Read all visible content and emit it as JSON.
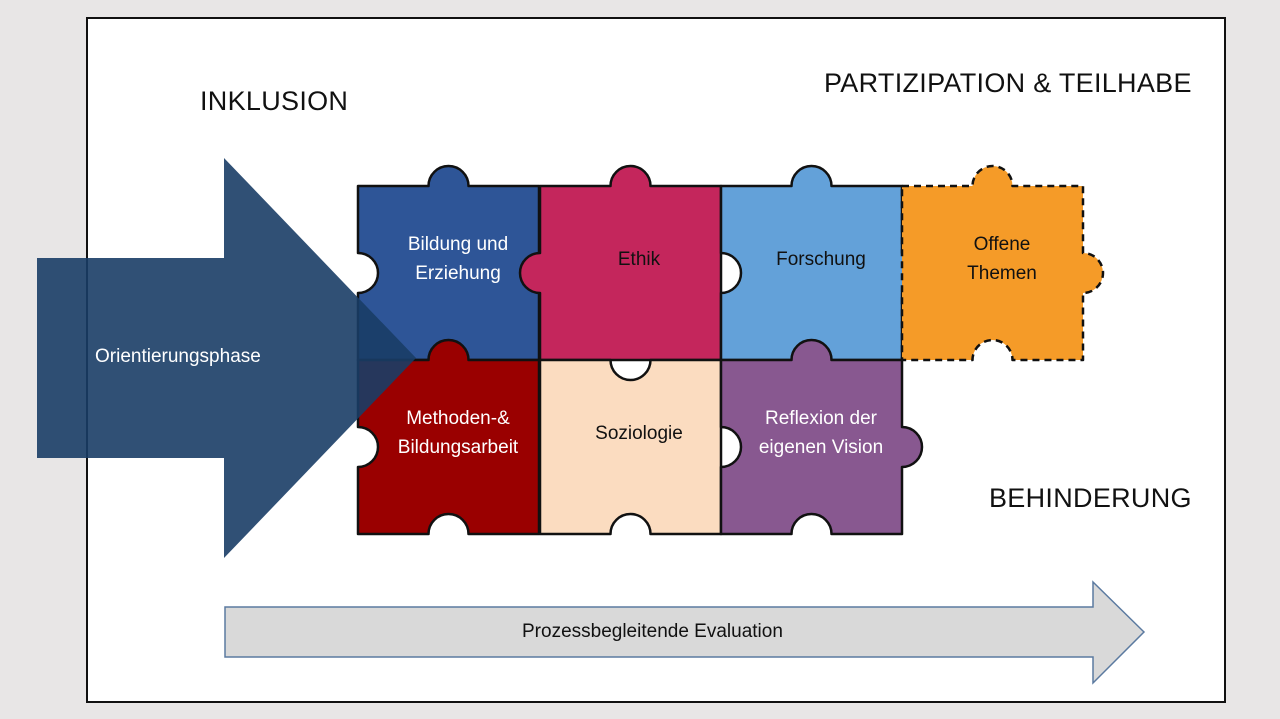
{
  "labels": {
    "inklusion": "INKLUSION",
    "partizipation": "PARTIZIPATION & TEILHABE",
    "behinderung": "BEHINDERUNG"
  },
  "orientation_arrow": {
    "label": "Orientierungsphase",
    "color": "#1a3d66"
  },
  "evaluation_arrow": {
    "label": "Prozessbegleitende Evaluation",
    "color": "#d9d9d9"
  },
  "pieces": [
    {
      "id": "bildung",
      "label": "Bildung und\nErziehung",
      "color": "#2e5597",
      "text_color": "#ffffff"
    },
    {
      "id": "ethik",
      "label": "Ethik",
      "color": "#c4265c",
      "text_color": "#111111"
    },
    {
      "id": "forschung",
      "label": "Forschung",
      "color": "#63a1d9",
      "text_color": "#111111"
    },
    {
      "id": "offene",
      "label": "Offene\nThemen",
      "color": "#f59b28",
      "text_color": "#111111"
    },
    {
      "id": "methoden",
      "label": "Methoden-&\nBildungsarbeit",
      "color": "#9a0000",
      "text_color": "#ffffff"
    },
    {
      "id": "soziologie",
      "label": "Soziologie",
      "color": "#fbdcc0",
      "text_color": "#111111"
    },
    {
      "id": "reflexion",
      "label": "Reflexion der\neigenen Vision",
      "color": "#885890",
      "text_color": "#ffffff"
    }
  ]
}
